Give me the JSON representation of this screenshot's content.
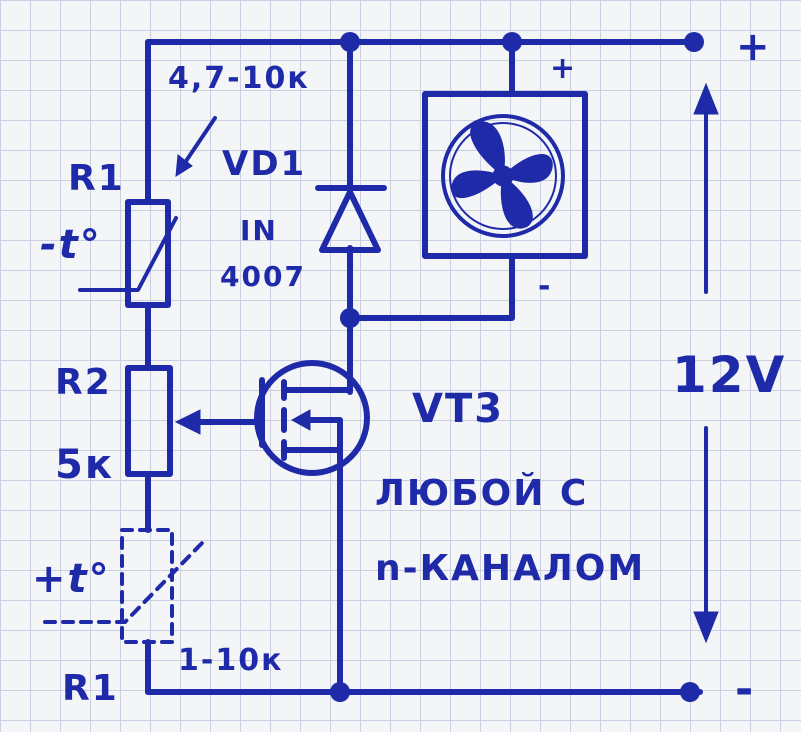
{
  "labels": {
    "r1_top_value": "4,7-10к",
    "r1_top_name": "R1",
    "r1_top_temp": "-t°",
    "vd1_name": "VD1",
    "vd1_part_line1": "IN",
    "vd1_part_line2": "4007",
    "fan_plus": "+",
    "fan_minus": "-",
    "supply_plus": "+",
    "supply_minus": "-",
    "voltage": "12V",
    "r2_name": "R2",
    "r2_value": "5к",
    "vt3_name": "VT3",
    "vt3_note_line1": "ЛЮБОЙ С",
    "vt3_note_line2": "n-КАНАЛОМ",
    "r1_bottom_temp": "+t°",
    "r1_bottom_name": "R1",
    "r1_bottom_value": "1-10к"
  },
  "colors": {
    "ink": "#1f2aa8",
    "paper": "#f4f5f7",
    "grid": "#c9cfe0"
  },
  "icons": [
    "fan-icon",
    "diode-icon",
    "mosfet-icon",
    "thermistor-icon",
    "potentiometer-icon"
  ]
}
